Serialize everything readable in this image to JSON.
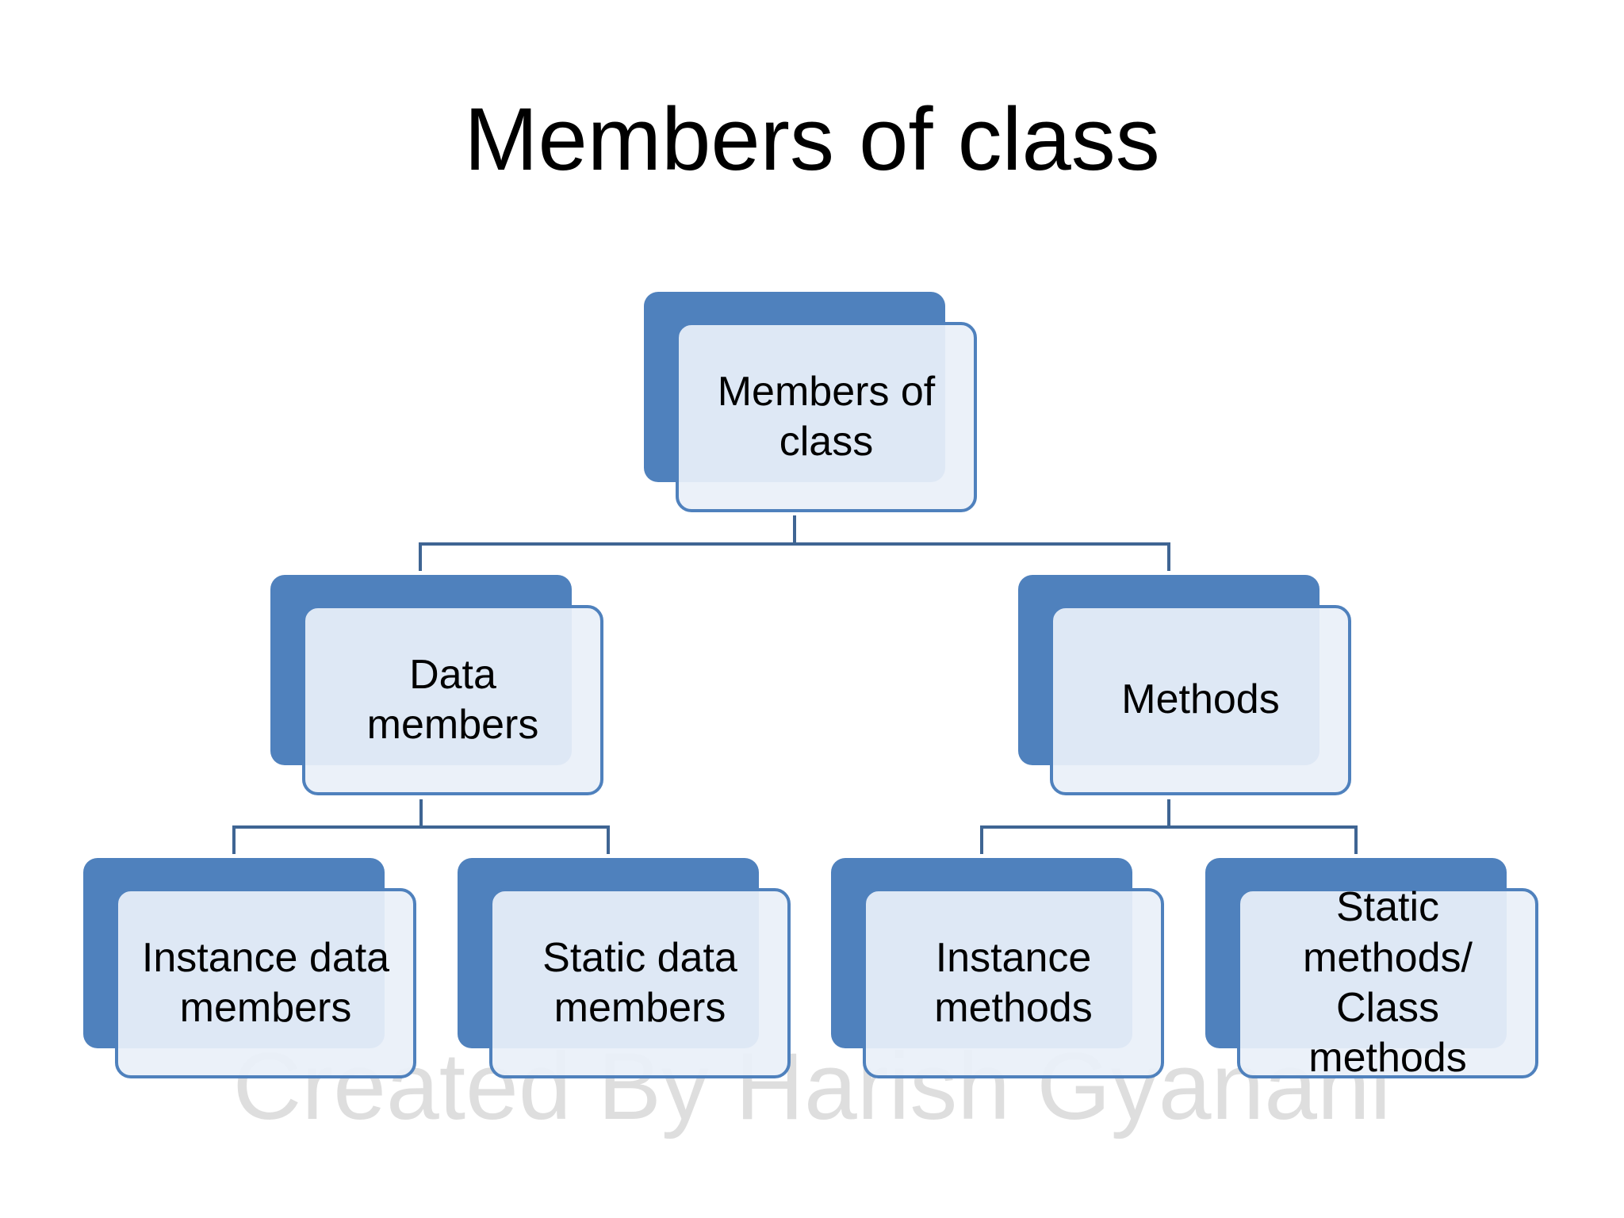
{
  "slide": {
    "title": "Members of class",
    "watermark": "Created By Harish Gyanani"
  },
  "colors": {
    "box_back": "#4f81bd",
    "box_front": "#e9f0f9",
    "connector": "#3f6593"
  },
  "diagram": {
    "root": {
      "label": "Members of\nclass"
    },
    "data_members": {
      "label": "Data\nmembers"
    },
    "methods": {
      "label": "Methods"
    },
    "instance_data_members": {
      "label": "Instance data\nmembers"
    },
    "static_data_members": {
      "label": "Static data\nmembers"
    },
    "instance_methods": {
      "label": "Instance\nmethods"
    },
    "static_class_methods": {
      "label": "Static\nmethods/\nClass methods"
    }
  }
}
